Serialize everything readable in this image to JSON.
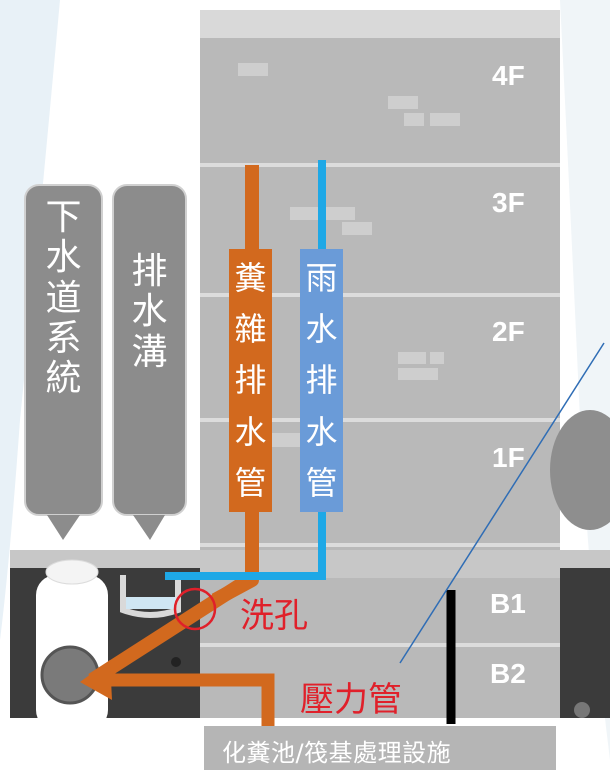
{
  "labels": {
    "sewer_system": [
      "下",
      "水",
      "道",
      "系",
      "統"
    ],
    "drain_ditch": [
      "排",
      "水",
      "溝"
    ],
    "sewage_pipe": [
      "糞",
      "雜",
      "排",
      "水",
      "管"
    ],
    "rain_pipe": [
      "雨",
      "水",
      "排",
      "水",
      "管"
    ],
    "cleanout": "洗孔",
    "pressure_pipe": "壓力管",
    "septic_facility": "化糞池/筏基處理設施"
  },
  "floors": {
    "f4": "4F",
    "f3": "3F",
    "f2": "2F",
    "f1": "1F",
    "b1": "B1",
    "b2": "B2"
  },
  "colors": {
    "sewage_pipe": "#d2691e",
    "rain_pipe": "#1ea8e6",
    "rain_label_bg": "#6a9bd8",
    "highlight_red": "#e0202a",
    "building_gray": "#b9b9b9"
  }
}
